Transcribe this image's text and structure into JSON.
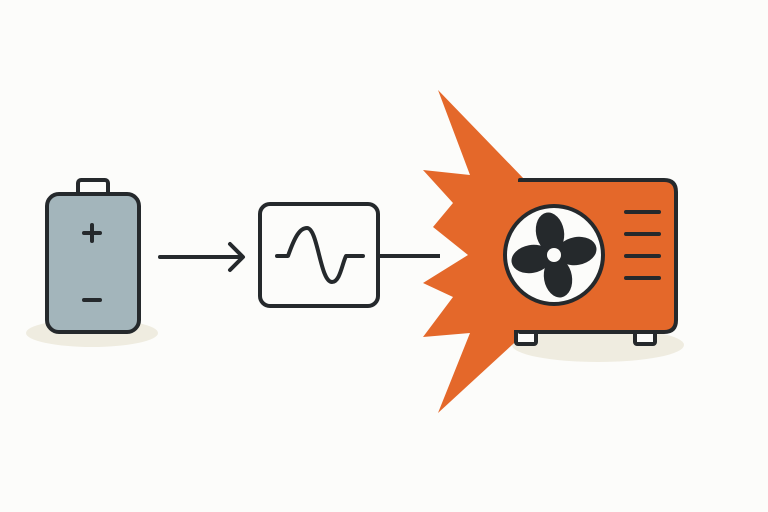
{
  "diagram": {
    "nodes": [
      {
        "id": "battery",
        "icon": "battery-icon",
        "symbols": [
          "+",
          "−"
        ]
      },
      {
        "id": "inverter",
        "icon": "sine-wave-icon"
      },
      {
        "id": "heat-pump",
        "icon": "outdoor-unit-fan-icon"
      }
    ],
    "edges": [
      {
        "from": "battery",
        "to": "inverter"
      },
      {
        "from": "inverter",
        "to": "heat-pump"
      }
    ]
  },
  "colors": {
    "background": "#fcfcfa",
    "stroke": "#25292c",
    "battery_fill": "#a3b5bb",
    "accent": "#e4682a",
    "shadow": "#efece0"
  }
}
